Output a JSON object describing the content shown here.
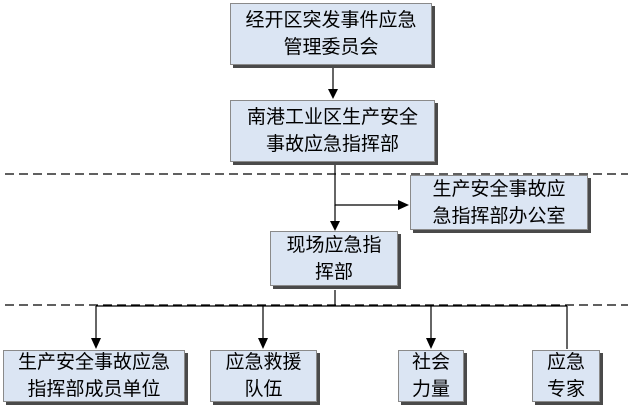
{
  "nodes": {
    "committee": "经开区突发事件应急\n管理委员会",
    "hq": "南港工业区生产安全\n事故应急指挥部",
    "office": "生产安全事故应\n急指挥部办公室",
    "site": "现场应急指\n挥部",
    "members": "生产安全事故应急\n指挥部成员单位",
    "rescue": "应急救援\n队伍",
    "social": "社会\n力量",
    "experts": "应急\n专家"
  },
  "edges": [
    {
      "from": "committee",
      "to": "hq"
    },
    {
      "from": "hq",
      "to": "office"
    },
    {
      "from": "hq",
      "to": "site"
    },
    {
      "from": "site",
      "to": "members"
    },
    {
      "from": "site",
      "to": "rescue"
    },
    {
      "from": "site",
      "to": "social"
    },
    {
      "from": "site",
      "to": "experts"
    }
  ]
}
